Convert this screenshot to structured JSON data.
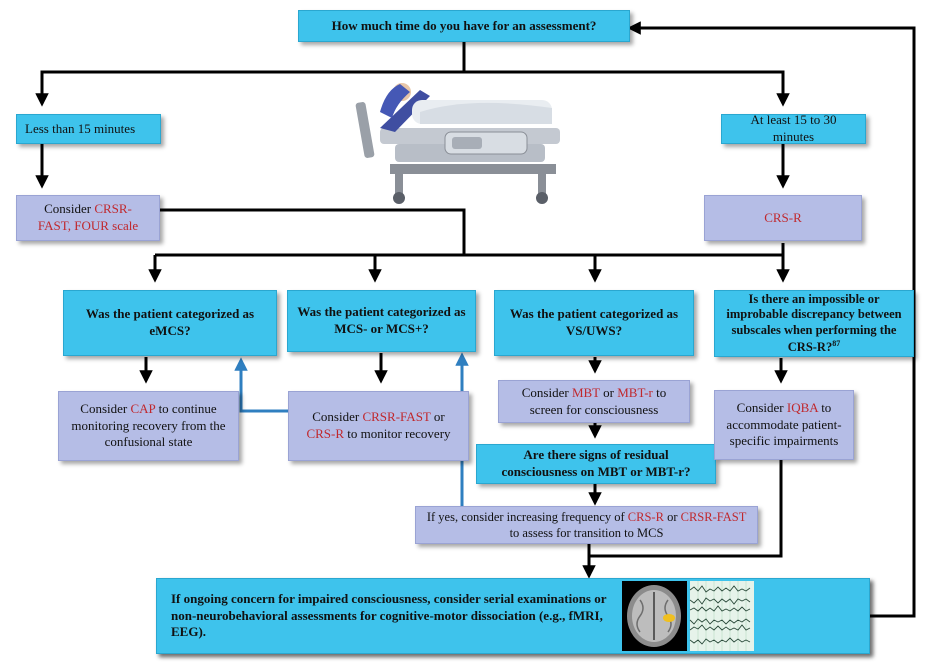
{
  "top_question": "How much time do you have for an assessment?",
  "left_branch": {
    "label": "Less than 15 minutes",
    "consider": "Consider",
    "tool1": "CRSR-",
    "tool2": "FAST, FOUR scale"
  },
  "right_branch": {
    "label": "At least 15 to 30 minutes",
    "tool": "CRS-R"
  },
  "q_emcs": "Was the patient categorized as eMCS?",
  "q_mcs": "Was the patient categorized as MCS- or MCS+?",
  "q_vs": "Was the patient categorized as VS/UWS?",
  "q_discrepancy": "Is there an impossible or improbable discrepancy between subscales when performing the CRS-R?",
  "q_discrepancy_ref": "87",
  "cap_box": {
    "pre": "Consider",
    "tool": "CAP",
    "post": "to continue monitoring recovery from the confusional state"
  },
  "mcs_box": {
    "pre": "Consider",
    "tool1": "CRSR-FAST",
    "mid": "or",
    "tool2": "CRS-R",
    "post": "to monitor recovery"
  },
  "mbt_box": {
    "pre": "Consider",
    "tool1": "MBT",
    "mid": "or",
    "tool2": "MBT-r",
    "post": "to screen for consciousness"
  },
  "q_residual": "Are there signs of residual consciousness on MBT or MBT-r?",
  "yes_box": {
    "pre": "If yes, consider increasing frequency of",
    "tool1": "CRS-R",
    "mid": "or",
    "tool2": "CRSR-FAST",
    "post": "to assess for transition to MCS"
  },
  "iqba_box": {
    "pre": "Consider",
    "tool": "IQBA",
    "post": "to accommodate patient-specific impairments"
  },
  "bottom_text": "If ongoing concern for impaired consciousness, consider serial examinations or non-neurobehavioral assessments for cognitive-motor dissociation (e.g., fMRI, EEG).",
  "colors": {
    "question_box": "#3ec3ec",
    "action_box": "#b5bde6",
    "tool_text": "#c0282d",
    "feedback_arrow": "#2f7fc0"
  },
  "icons": [
    "hospital-bed-illustration",
    "brain-mri-icon",
    "eeg-trace-icon"
  ]
}
